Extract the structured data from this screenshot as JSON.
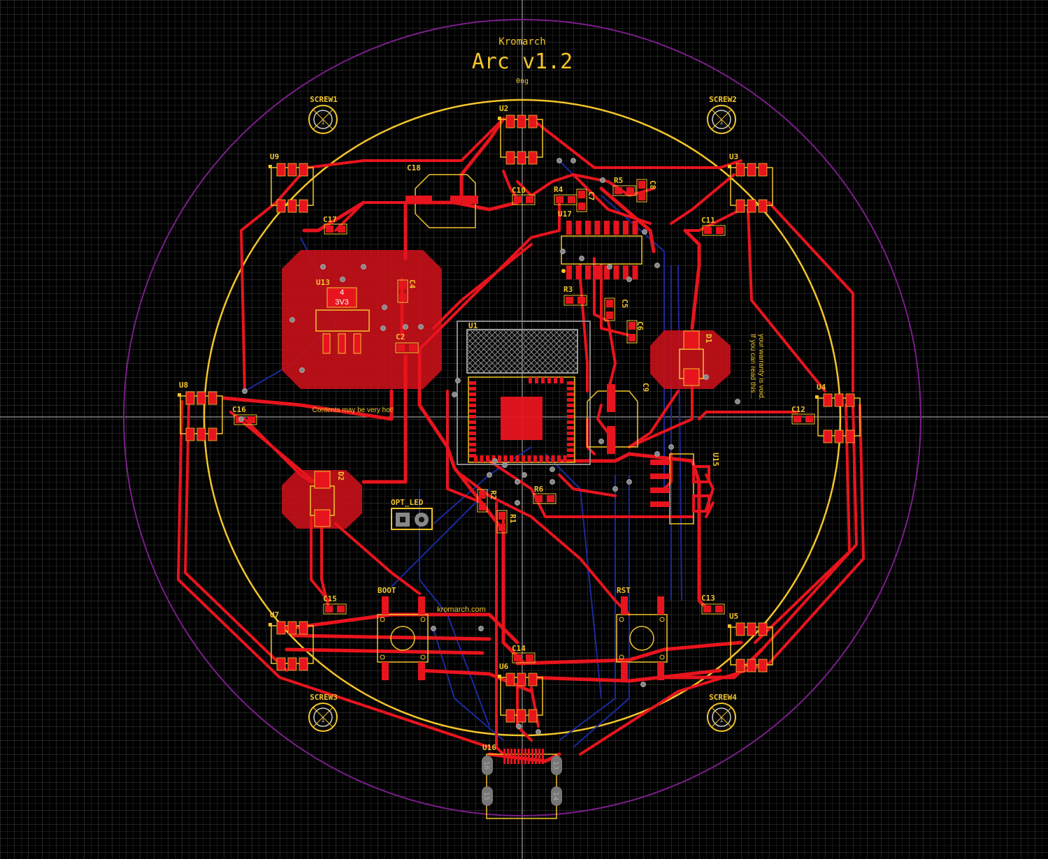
{
  "board": {
    "brand": "Kromarch",
    "title": "Arc v1.2",
    "subtitle": "0ng",
    "website": "kromarch.com",
    "warning": "Contents may be very hot!",
    "warranty_line1": "If you can read this...",
    "warranty_line2": "your warranty is void."
  },
  "screws": [
    "SCREW1",
    "SCREW2",
    "SCREW3",
    "SCREW4"
  ],
  "screw_pad_label": "1",
  "leds": [
    "U2",
    "U3",
    "U4",
    "U5",
    "U6",
    "U7",
    "U8",
    "U9"
  ],
  "capacitors": [
    "C2",
    "C4",
    "C5",
    "C6",
    "C7",
    "C8",
    "C9",
    "C10",
    "C11",
    "C12",
    "C13",
    "C14",
    "C15",
    "C16",
    "C17",
    "C18"
  ],
  "resistors": [
    "R1",
    "R2",
    "R3",
    "R4",
    "R5",
    "R6"
  ],
  "chips": {
    "mcu": "U1",
    "regulator": "U13",
    "regulator_pad_num": "4",
    "regulator_pad_net": "3V3",
    "shift": "U17",
    "connector_side": "U15",
    "usb": "U16"
  },
  "diodes": [
    "D1",
    "D2"
  ],
  "buttons": {
    "boot": "BOOT",
    "reset": "RST"
  },
  "header": "OPT_LED",
  "usb_pins": [
    "16",
    "13",
    "15",
    "14"
  ],
  "colors": {
    "background": "#000000",
    "grid": "#3a3a3a",
    "top_copper": "#e8141d",
    "bottom_copper": "#1a2a9e",
    "silkscreen": "#f2c52b",
    "board_outline": "#7a1e8a"
  }
}
